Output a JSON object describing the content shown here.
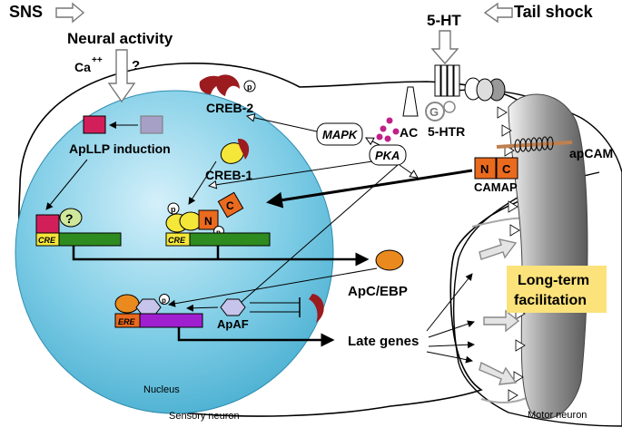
{
  "labels": {
    "sns": "SNS",
    "neural_activity": "Neural activity",
    "ca": "Ca",
    "ca_sup": "++",
    "question": "?",
    "five_ht": "5-HT",
    "tail_shock": "Tail shock",
    "creb2": "CREB-2",
    "creb1": "CREB-1",
    "apllp": "ApLLP induction",
    "mapk": "MAPK",
    "pka": "PKA",
    "ac": "AC",
    "g": "G",
    "five_htr": "5-HTR",
    "apcam": "apCAM",
    "camap": "CAMAP",
    "n": "N",
    "c": "C",
    "p": "p",
    "cre": "CRE",
    "ere": "ERE",
    "apcebp": "ApC/EBP",
    "apaf": "ApAF",
    "late_genes": "Late genes",
    "ltf_line1": "Long-term",
    "ltf_line2": "facilitation",
    "nucleus": "Nucleus",
    "sensory_neuron": "Sensory neuron",
    "motor_neuron": "Motor neuron"
  },
  "colors": {
    "nucleus_fill": "#5bbcd8",
    "crimson": "#9b1b1f",
    "pink_red": "#d21f5a",
    "lavender": "#9f9fc8",
    "yellow": "#f5e63a",
    "dna_green": "#2e8b1f",
    "orange": "#ea6a1e",
    "purple": "#a020d0",
    "magenta_dots": "#c0208a",
    "ltf_box": "#fbe27a"
  }
}
